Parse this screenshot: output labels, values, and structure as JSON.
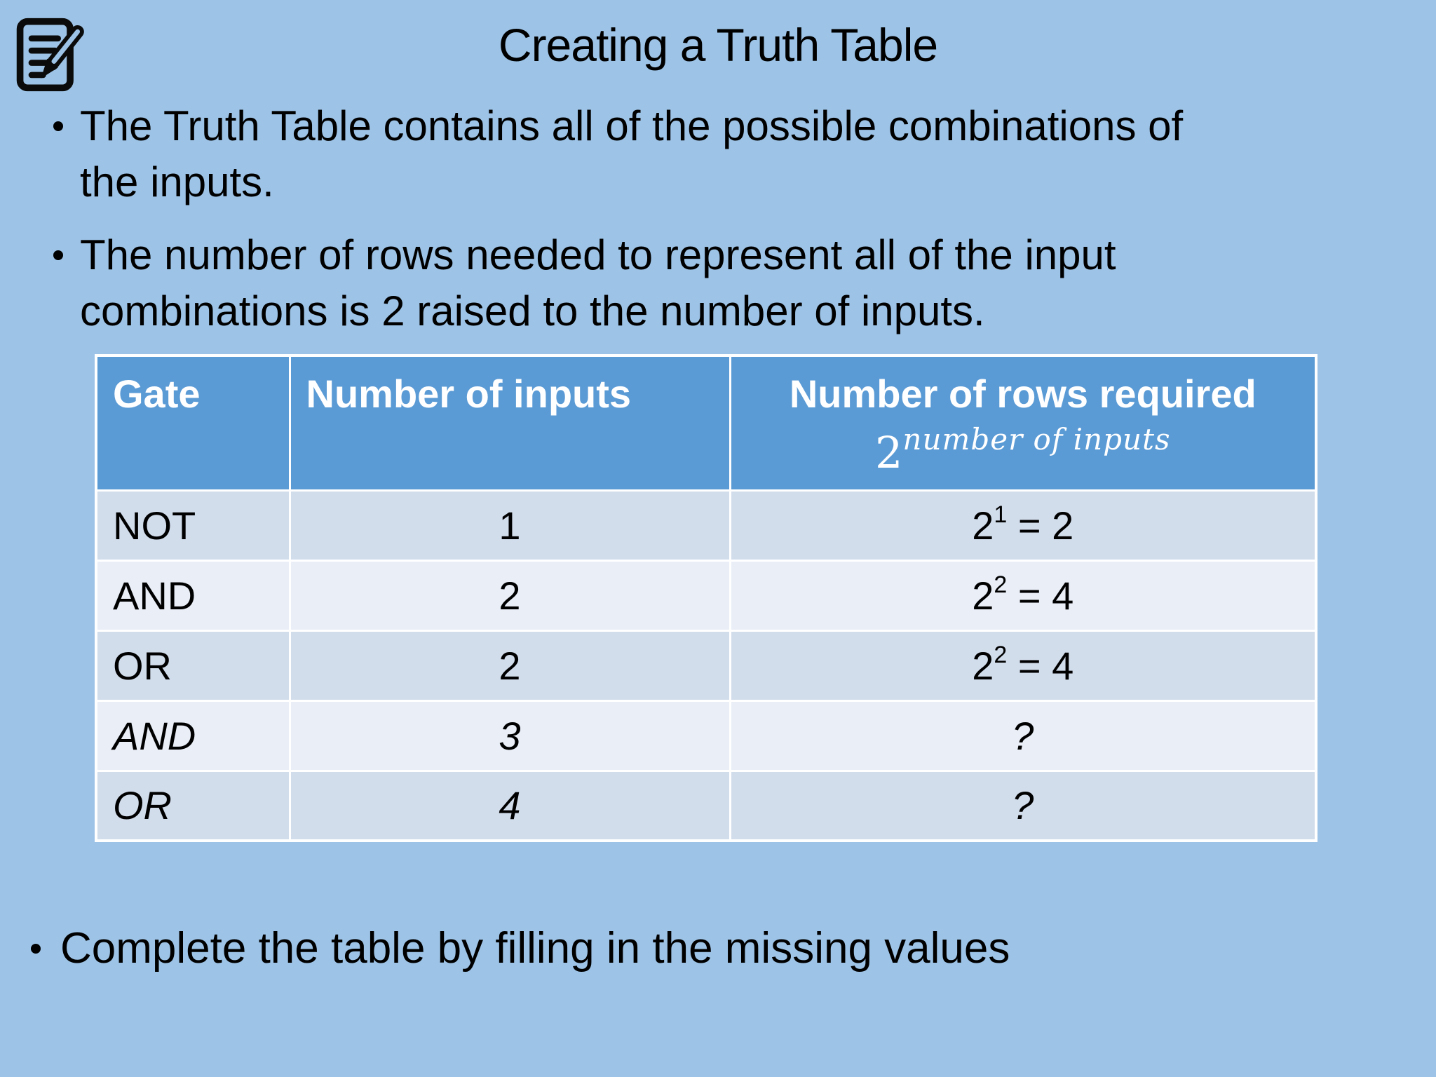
{
  "slide": {
    "background_color": "#9dc3e6",
    "title": "Creating a Truth Table",
    "icons": {
      "memo": "memo-pencil-icon"
    },
    "bullets": [
      {
        "text": "The Truth Table contains all of the possible combinations of\nthe inputs."
      },
      {
        "text": "The number of rows needed to represent all of the input\ncombinations is 2 raised to the number of inputs."
      }
    ],
    "footer_bullet": {
      "text": "Complete the table by filling in the missing values"
    }
  },
  "table": {
    "colors": {
      "header_bg": "#5b9bd5",
      "header_text": "#ffffff",
      "row_dark": "#d2ddec",
      "row_light": "#e9eef7",
      "grid": "#ffffff",
      "body_text": "#000000"
    },
    "headers": [
      "Gate",
      "Number of inputs",
      "Number of rows required"
    ],
    "header_formula": {
      "base": "2",
      "exponent": "number of inputs"
    },
    "rows": [
      {
        "gate": "NOT",
        "inputs": "1",
        "formula": {
          "base": "2",
          "exponent": "1",
          "result": "= 2"
        },
        "italic": false
      },
      {
        "gate": "AND",
        "inputs": "2",
        "formula": {
          "base": "2",
          "exponent": "2",
          "result": "= 4"
        },
        "italic": false
      },
      {
        "gate": "OR",
        "inputs": "2",
        "formula": {
          "base": "2",
          "exponent": "2",
          "result": "= 4"
        },
        "italic": false
      },
      {
        "gate": "AND",
        "inputs": "3",
        "placeholder": "?",
        "italic": true
      },
      {
        "gate": "OR",
        "inputs": "4",
        "placeholder": "?",
        "italic": true
      }
    ]
  }
}
